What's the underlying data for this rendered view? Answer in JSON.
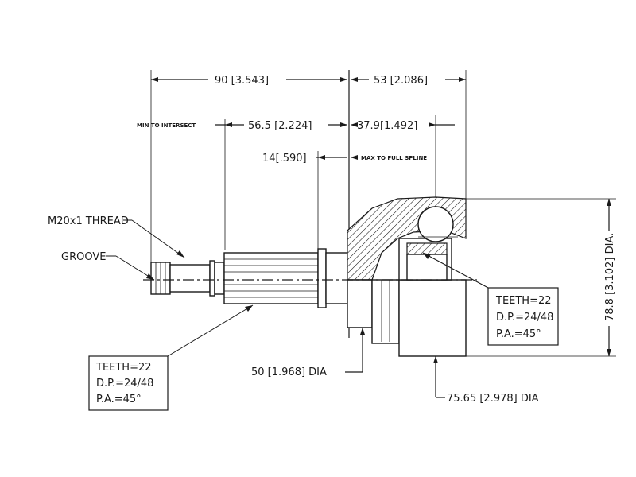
{
  "dimensions": {
    "overall_shaft": "90 [3.543]",
    "joint_length": "53 [2.086]",
    "min_to_intersect_label": "MIN TO INTERSECT",
    "min_to_intersect": "56.5 [2.224]",
    "to_center": "37.9[1.492]",
    "spline_length": "14[.590]",
    "max_full_spline_label": "MAX TO FULL SPLINE",
    "outer_dia": "78.8 [3.102] DIA.",
    "seal_dia": "50 [1.968] DIA",
    "housing_dia": "75.65 [2.978] DIA"
  },
  "labels": {
    "thread": "M20x1 THREAD",
    "groove": "GROOVE"
  },
  "spec_box_left": {
    "teeth": "TEETH=22",
    "dp": "D.P.=24/48",
    "pa": "P.A.=45°"
  },
  "spec_box_right": {
    "teeth": "TEETH=22",
    "dp": "D.P.=24/48",
    "pa": "P.A.=45°"
  }
}
